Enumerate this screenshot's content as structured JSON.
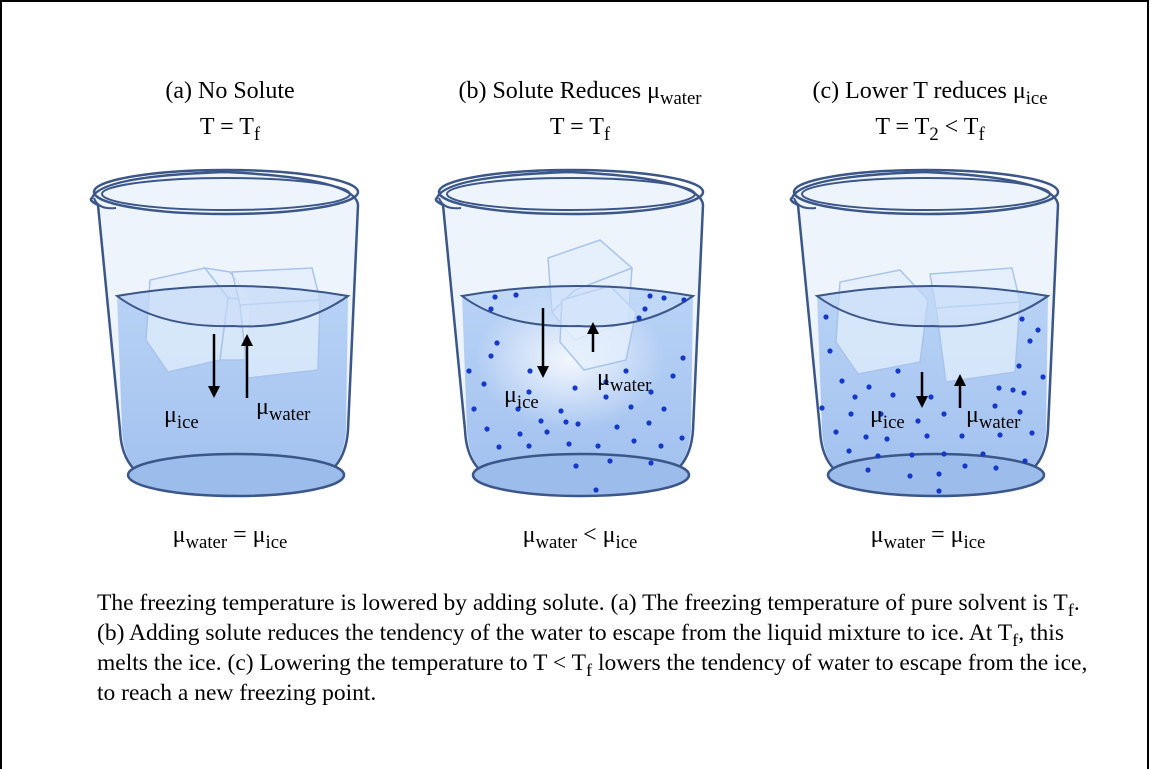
{
  "panels": [
    {
      "title_prefix": "(a) No Solute",
      "title_symbol": "",
      "title_sub": "",
      "temp_T": "T = T",
      "temp_T_sub": "f",
      "temp_rest": "",
      "temp_rest_sub": "",
      "mu_left": {
        "sym": "μ",
        "sub": "ice"
      },
      "mu_right": {
        "sym": "μ",
        "sub": "water"
      },
      "eq": {
        "a": "μ",
        "a_sub": "water",
        "op": " = ",
        "b": "μ",
        "b_sub": "ice"
      }
    },
    {
      "title_prefix": "(b) Solute Reduces ",
      "title_symbol": "μ",
      "title_sub": "water",
      "temp_T": "T = T",
      "temp_T_sub": "f",
      "temp_rest": "",
      "temp_rest_sub": "",
      "mu_left": {
        "sym": "μ",
        "sub": "ice"
      },
      "mu_right": {
        "sym": "μ",
        "sub": "water"
      },
      "eq": {
        "a": "μ",
        "a_sub": "water",
        "op": " < ",
        "b": "μ",
        "b_sub": "ice"
      }
    },
    {
      "title_prefix": "(c) Lower T reduces ",
      "title_symbol": "μ",
      "title_sub": "ice",
      "temp_T": "T = T",
      "temp_T_sub": "2",
      "temp_rest": " < T",
      "temp_rest_sub": "f",
      "mu_left": {
        "sym": "μ",
        "sub": "ice"
      },
      "mu_right": {
        "sym": "μ",
        "sub": "water"
      },
      "eq": {
        "a": "μ",
        "a_sub": "water",
        "op": " = ",
        "b": "μ",
        "b_sub": "ice"
      }
    }
  ],
  "caption": {
    "p1": "The freezing temperature is lowered by adding solute. (a) The freezing temperature of pure solvent is T",
    "p1_sub": "f",
    "p2": ". (b) Adding solute reduces the tendency of the water to escape from the liquid mixture to ice. At T",
    "p2_sub": "f",
    "p3": ", this melts the ice. (c) Lowering the temperature to T < T",
    "p3_sub": "f",
    "p4": " lowers the tendency of water to escape from the ice, to reach a new freezing point."
  },
  "colors": {
    "water": "#a9c8f2",
    "water_dark": "#3f5f96",
    "glass": "#e7f0fa",
    "outline": "#3b5688",
    "solute": "#1438c8",
    "ice": "#dcebfb"
  }
}
